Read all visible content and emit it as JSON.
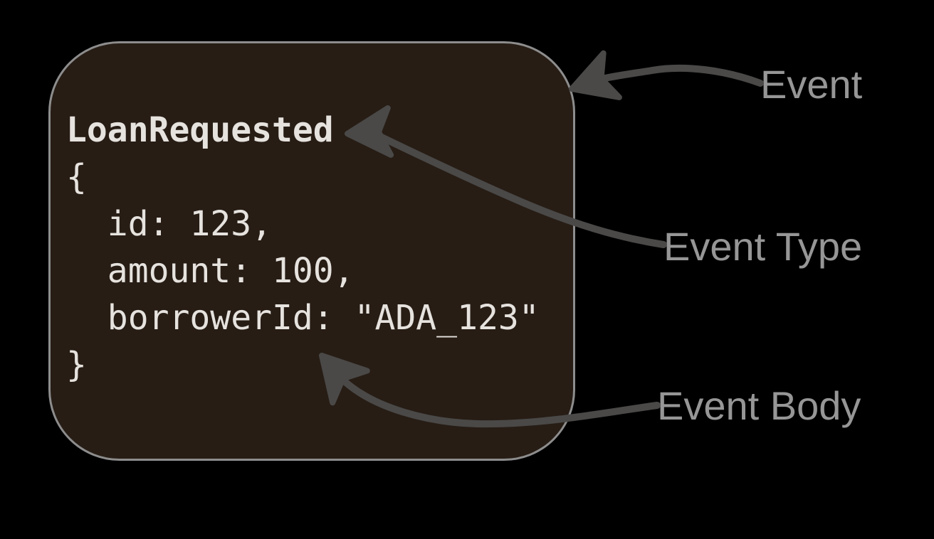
{
  "card": {
    "event_type": "LoanRequested",
    "body_lines": [
      "{",
      "  id: 123,",
      "  amount: 100,",
      "  borrowerId: \"ADA_123\"",
      "}"
    ]
  },
  "annotations": {
    "event": "Event",
    "event_type": "Event Type",
    "event_body": "Event Body"
  },
  "colors": {
    "background": "#000000",
    "card_fill": "#271d15",
    "card_border": "#8d8d8d",
    "code_text": "#e6e2de",
    "label_text": "#969696",
    "arrow": "#4a4948"
  }
}
